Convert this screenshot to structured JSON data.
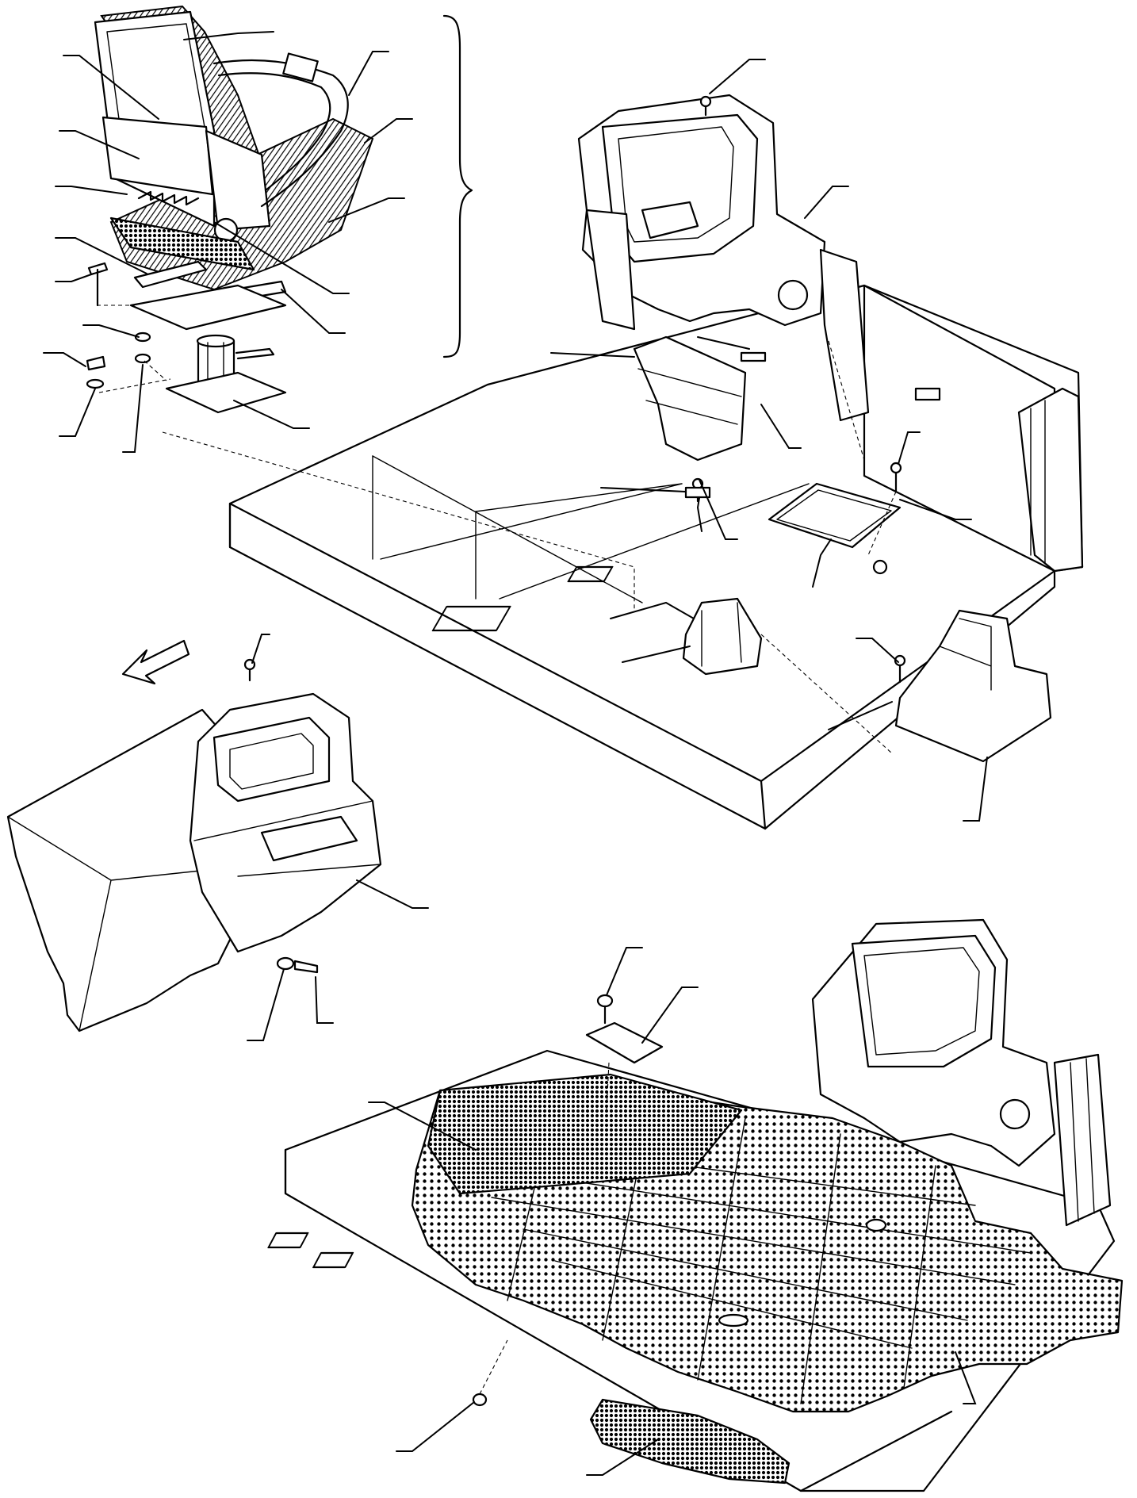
{
  "figure": {
    "type": "exploded-parts-diagram",
    "printed_text": [],
    "views": [
      "operator-seat-assembly",
      "upper-instrument-console",
      "cab-floor-plate",
      "left-side-console",
      "floor-mat"
    ],
    "callout_count": 32
  }
}
